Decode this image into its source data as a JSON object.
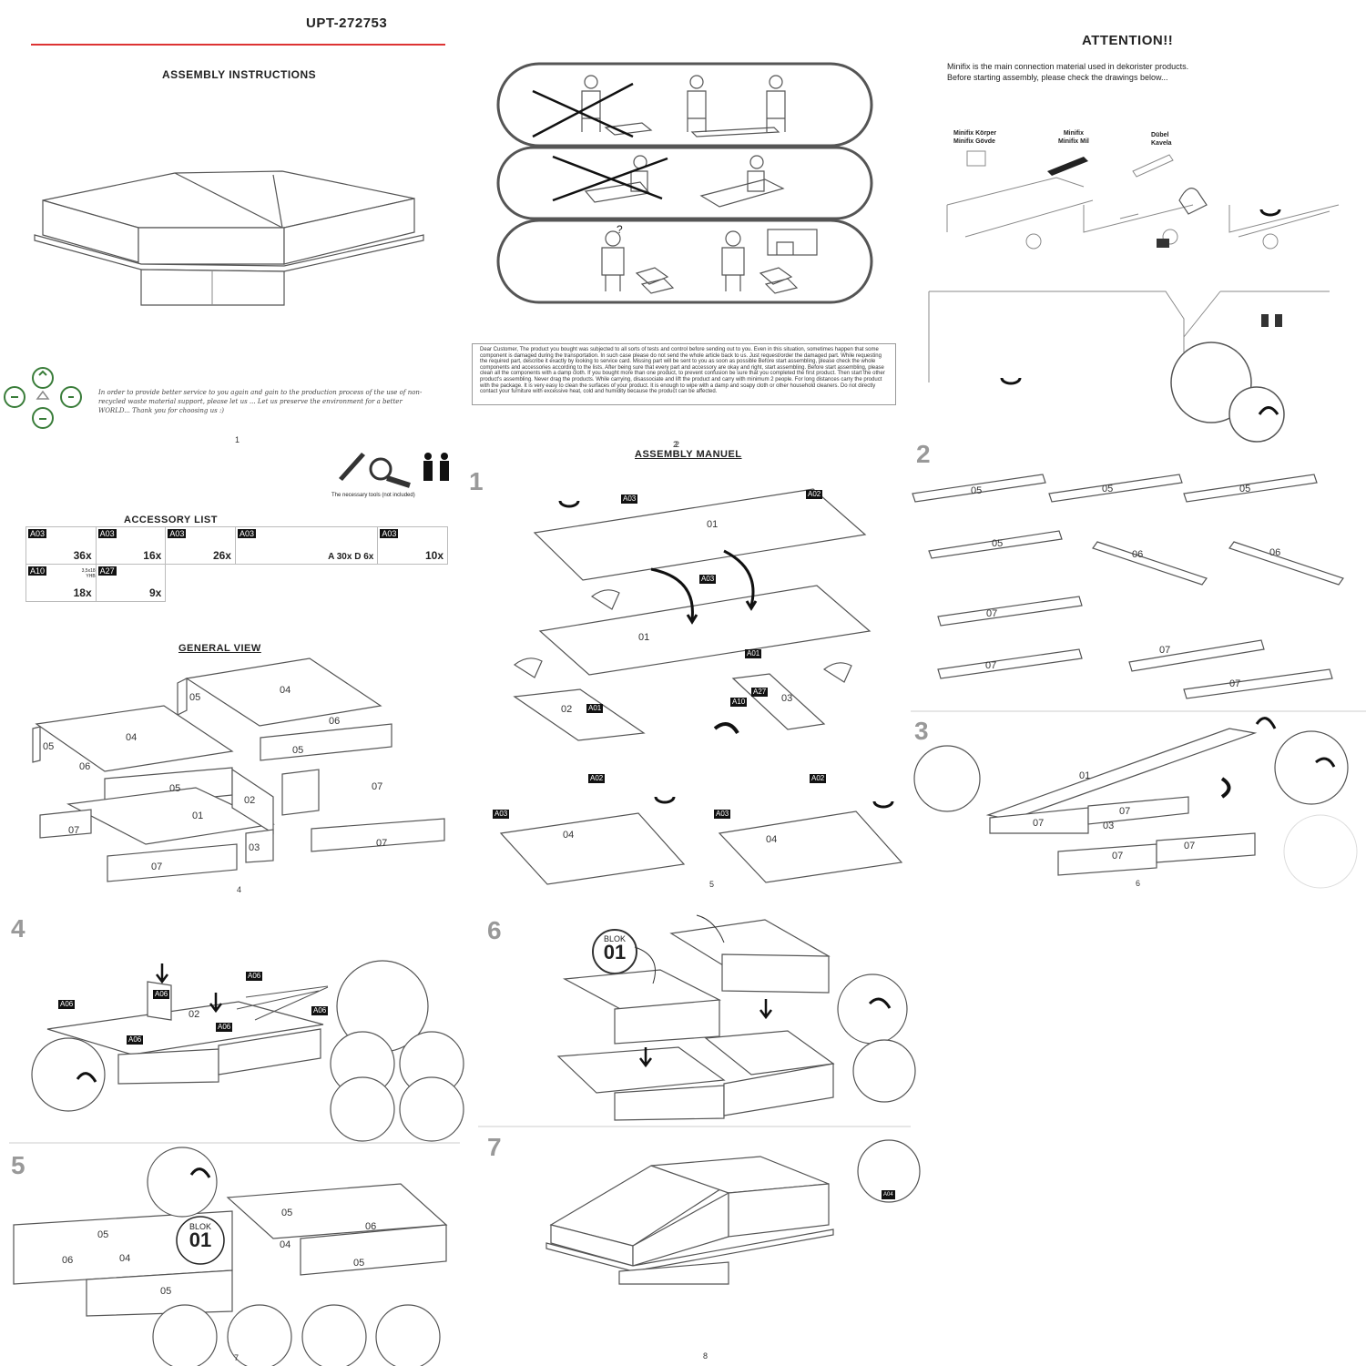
{
  "page1": {
    "code": "UPT-272753",
    "title": "ASSEMBLY INSTRUCTIONS",
    "eco_text": "In order to provide better service to you again and gain to the production process of the use of non-recycled waste material support, please let us ... Let us preserve the environment for a better WORLD... Thank you for choosing us :)",
    "page_number": "1"
  },
  "page2": {
    "dear_customer": "Dear Customer, The product you bought was subjected to all sorts of tests and control before sending out to you. Even in this situation, sometimes happen that some component is damaged during the transportation. In such case please do not send the whole article back to us. Just request/order the damaged part. While requesting the required part, describe it exactly by looking to service card. Missing part will be sent to you as soon as possible Before start assembling, please check the whole components and accessories according to the lists. After being sure that every part and accessory are okay and right, start assembling. Before start assembling, please clean all the components with a damp cloth. If you bought more than one product, to prevent confusion be sure that you completed the first product. Then start the other product's assembling. Never drag the products. While carrying, disassociate and lift the product and carry with minimum 2 people. For long distances carry the product with the package. It is very easy to clean the surfaces of your product. It is enough to wipe with a damp and soapy cloth or other household cleaners. Do not directly contact your furniture with excessive heat, cold and humidity because the product can be affected.",
    "page_number": "2"
  },
  "page3": {
    "title": "ATTENTION!!",
    "line1": "Minifix is the main connection material used in dekorister products.",
    "line2": "Before starting assembly, please check the drawings below...",
    "part1a": "Minifix Körper",
    "part1b": "Minifix Gövde",
    "part2a": "Minifix",
    "part2b": "Minifix Mil",
    "part3a": "Dübel",
    "part3b": "Kavela"
  },
  "page4": {
    "tools_note": "The necessary tools (not included)",
    "accessory_title": "ACCESSORY LIST",
    "accessories": [
      {
        "code": "A03",
        "qty": "36x"
      },
      {
        "code": "A03",
        "qty": "16x"
      },
      {
        "code": "A03",
        "qty": "26x"
      },
      {
        "code": "A03",
        "qty": "A 30x D 6x"
      },
      {
        "code": "A03",
        "qty": "10x"
      },
      {
        "code": "A10",
        "qty": "18x",
        "note": "3,5x18 YHB"
      },
      {
        "code": "A27",
        "qty": "9x"
      }
    ],
    "general_view": "GENERAL VIEW",
    "parts": [
      "04",
      "05",
      "06",
      "05",
      "04",
      "05",
      "06",
      "05",
      "01",
      "07",
      "02",
      "07",
      "03",
      "07",
      "07"
    ],
    "page_number": "4"
  },
  "page5": {
    "step": "1",
    "page_label_top": "2",
    "title": "ASSEMBLY MANUEL",
    "page_number": "5",
    "labels": [
      "A03",
      "A02",
      "01",
      "A03",
      "01",
      "A01",
      "02",
      "A01",
      "A27",
      "A10",
      "03",
      "A02",
      "A03",
      "04",
      "A02",
      "A03",
      "04"
    ]
  },
  "page6": {
    "step2": "2",
    "step3": "3",
    "page_number": "6",
    "labels": [
      "05",
      "05",
      "05",
      "05",
      "06",
      "06",
      "07",
      "07",
      "07",
      "07",
      "01",
      "07",
      "03",
      "07",
      "07",
      "07"
    ]
  },
  "page7": {
    "step4": "4",
    "step5": "5",
    "page_number": "7",
    "blok_label": "BLOK",
    "blok_num": "01",
    "labels_top": [
      "A06",
      "A06",
      "A06",
      "02",
      "A06",
      "A06",
      "A06"
    ],
    "labels_bottom": [
      "05",
      "06",
      "04",
      "05",
      "05",
      "06",
      "04",
      "05"
    ]
  },
  "page8": {
    "step6": "6",
    "step7": "7",
    "blok_label": "BLOK",
    "blok_num": "01",
    "page_number": "8",
    "tag": "A04"
  }
}
